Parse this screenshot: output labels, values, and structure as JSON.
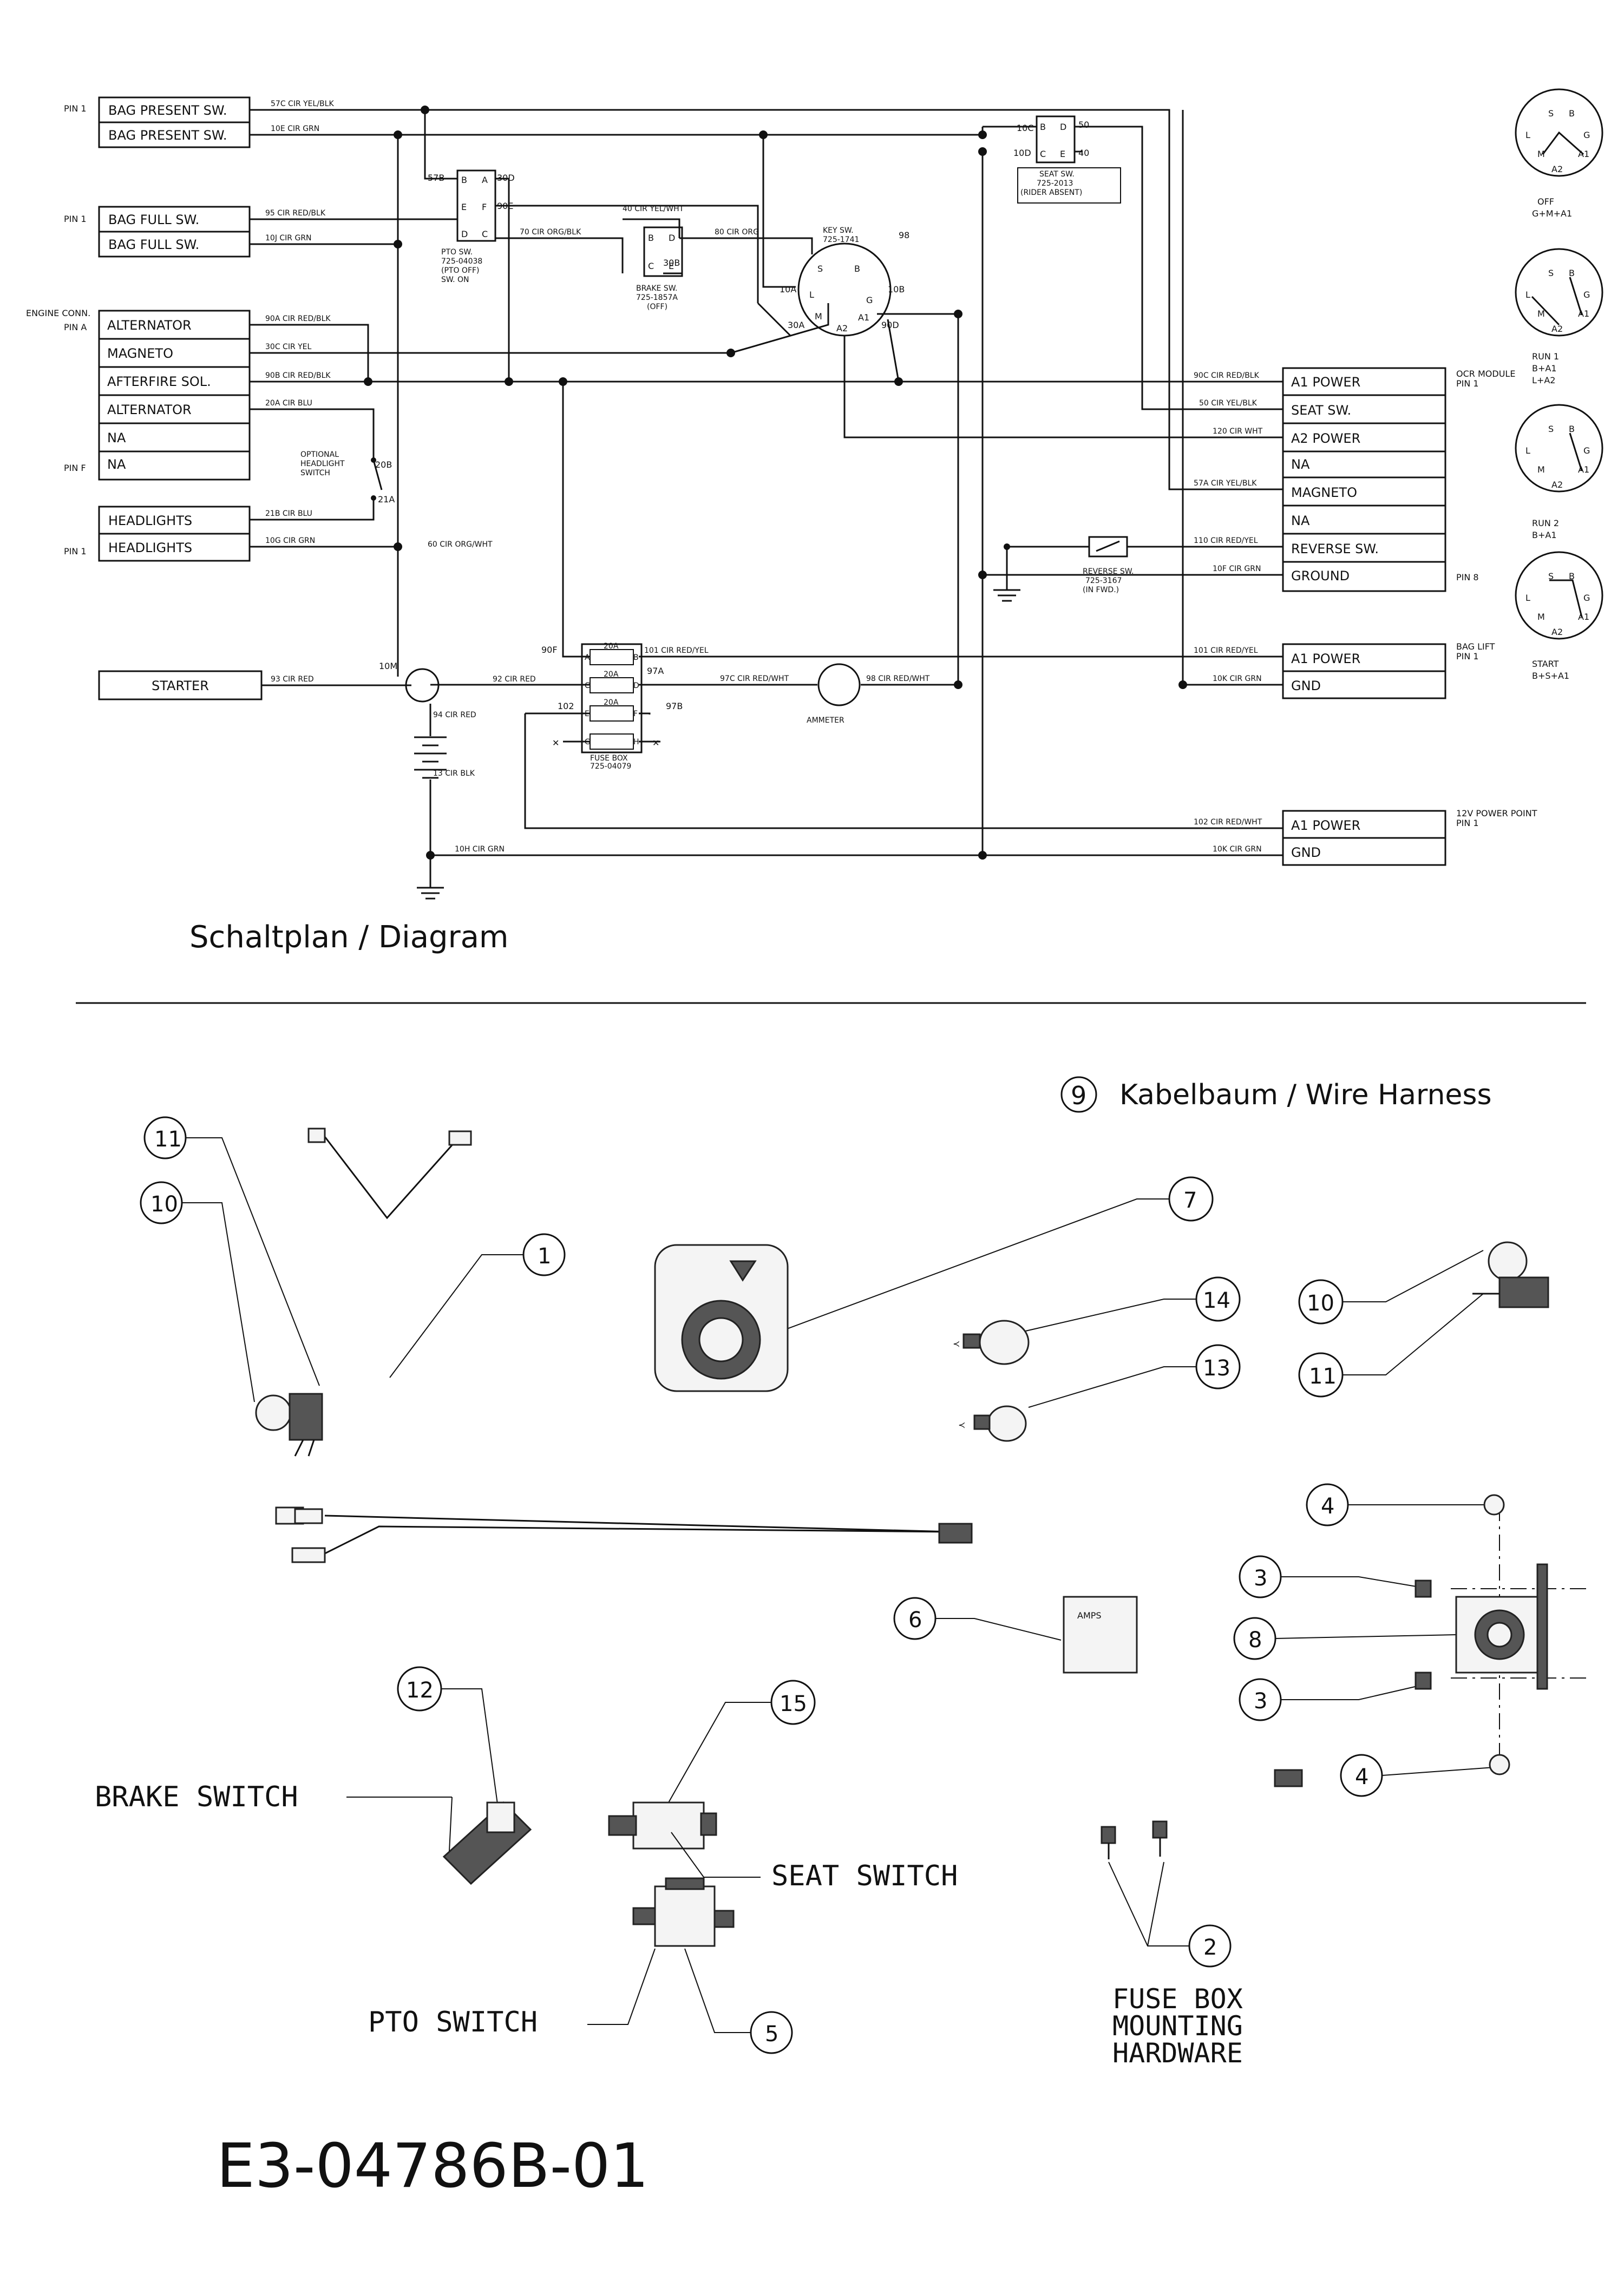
{
  "captions": {
    "schaltplan": "Schaltplan / Diagram",
    "harness": "Kabelbaum / Wire Harness",
    "harness_num": "9",
    "doc_code": "E3-04786B-01"
  },
  "left_boxes": {
    "bag_present_1": "BAG PRESENT SW.",
    "bag_present_2": "BAG PRESENT SW.",
    "bag_full_1": "BAG FULL SW.",
    "bag_full_2": "BAG FULL SW.",
    "alternator_1": "ALTERNATOR",
    "magneto": "MAGNETO",
    "afterfire": "AFTERFIRE SOL.",
    "alternator_2": "ALTERNATOR",
    "na_1": "NA",
    "na_2": "NA",
    "headlights_1": "HEADLIGHTS",
    "headlights_2": "HEADLIGHTS",
    "starter": "STARTER"
  },
  "pins": {
    "pin1_a": "PIN 1",
    "pin1_b": "PIN 1",
    "engine_conn": "ENGINE CONN.",
    "pin_a": "PIN A",
    "pin_f": "PIN F",
    "pin1_c": "PIN 1",
    "pin_8": "PIN 8"
  },
  "wires": {
    "w57c": "57C CIR YEL/BLK",
    "w10e": "10E CIR GRN",
    "w95": "95 CIR RED/BLK",
    "w10j": "10J CIR GRN",
    "w90a": "90A CIR RED/BLK",
    "w30c": "30C CIR YEL",
    "w90b": "90B CIR RED/BLK",
    "w20a": "20A CIR BLU",
    "w21b": "21B CIR BLU",
    "w10g": "10G CIR GRN",
    "w60": "60 CIR ORG/WHT",
    "w93": "93 CIR RED",
    "w92": "92 CIR RED",
    "w94": "94 CIR RED",
    "w13": "13 CIR BLK",
    "w10h": "10H CIR GRN",
    "w70": "70 CIR ORG/BLK",
    "w40": "40 CIR YEL/WHT",
    "w80": "80 CIR ORG",
    "w101": "101 CIR RED/YEL",
    "w97c": "97C CIR RED/WHT",
    "w98": "98 CIR RED/WHT",
    "w90c": "90C CIR RED/BLK",
    "w50": "50 CIR YEL/BLK",
    "w120": "120 CIR WHT",
    "w57a": "57A CIR YEL/BLK",
    "w110": "110 CIR RED/YEL",
    "w10f": "10F CIR GRN",
    "w101b": "101 CIR RED/YEL",
    "w10k": "10K CIR GRN",
    "w102": "102 CIR RED/WHT",
    "w10k2": "10K CIR GRN"
  },
  "nodes": {
    "n57b": "57B",
    "n30d": "30D",
    "n90e": "90E",
    "n10m": "10M",
    "n10c": "10C",
    "n10d": "10D",
    "n50": "50",
    "n40": "40",
    "n98": "98",
    "n10a": "10A",
    "n10b": "10B",
    "n30a": "30A",
    "n90d": "90D",
    "n30b": "30B",
    "n20b": "20B",
    "n21a": "21A",
    "n90f": "90F",
    "n97a": "97A",
    "n97b": "97B",
    "n102": "102"
  },
  "components": {
    "pto_sw": [
      "PTO SW.",
      "725-04038",
      "(PTO OFF)",
      "SW. ON"
    ],
    "brake_sw": [
      "BRAKE SW.",
      "725-1857A",
      "(OFF)"
    ],
    "key_sw": [
      "KEY SW.",
      "725-1741"
    ],
    "seat_sw": [
      "SEAT SW.",
      "725-2013",
      "(RIDER ABSENT)"
    ],
    "reverse_sw": [
      "REVERSE SW.",
      "725-3167",
      "(IN FWD.)"
    ],
    "fuse_box": [
      "FUSE BOX",
      "725-04079"
    ],
    "ammeter": "AMMETER",
    "optional_hl": [
      "OPTIONAL",
      "HEADLIGHT",
      "SWITCH"
    ],
    "fuses": [
      "20A",
      "20A",
      "20A"
    ],
    "fuse_letters": [
      "A",
      "B",
      "C",
      "D",
      "E",
      "F",
      "G",
      "H"
    ],
    "sw_letters": [
      "B",
      "A",
      "E",
      "F",
      "D",
      "C"
    ],
    "key_letters": [
      "S",
      "B",
      "L",
      "M",
      "G",
      "A1",
      "A2"
    ]
  },
  "right_boxes": {
    "ocr_module": "OCR MODULE",
    "ocr_pin": "PIN 1",
    "a1_power": "A1 POWER",
    "seat_sw": "SEAT SW.",
    "a2_power": "A2 POWER",
    "na_1": "NA",
    "magneto": "MAGNETO",
    "na_2": "NA",
    "reverse_sw": "REVERSE SW.",
    "ground": "GROUND",
    "bag_lift": "BAG LIFT",
    "bag_lift_pin": "PIN 1",
    "bl_a1_power": "A1 POWER",
    "bl_gnd": "GND",
    "pp_label": "12V POWER POINT",
    "pp_pin": "PIN 1",
    "pp_a1_power": "A1 POWER",
    "pp_gnd": "GND"
  },
  "key_positions": {
    "off": [
      "OFF",
      "G+M+A1"
    ],
    "run1": [
      "RUN 1",
      "B+A1",
      "L+A2"
    ],
    "run2": [
      "RUN 2",
      "B+A1"
    ],
    "start": [
      "START",
      "B+S+A1"
    ]
  },
  "parts": {
    "labels": {
      "brake_switch": "BRAKE SWITCH",
      "seat_switch": "SEAT SWITCH",
      "pto_switch": "PTO SWITCH",
      "fuse_hw": [
        "FUSE BOX",
        "MOUNTING",
        "HARDWARE"
      ],
      "ammeter_face": "AMPS"
    },
    "callouts": [
      "11",
      "10",
      "1",
      "7",
      "14",
      "13",
      "10",
      "11",
      "4",
      "3",
      "8",
      "3",
      "4",
      "6",
      "12",
      "15",
      "5",
      "2"
    ]
  }
}
